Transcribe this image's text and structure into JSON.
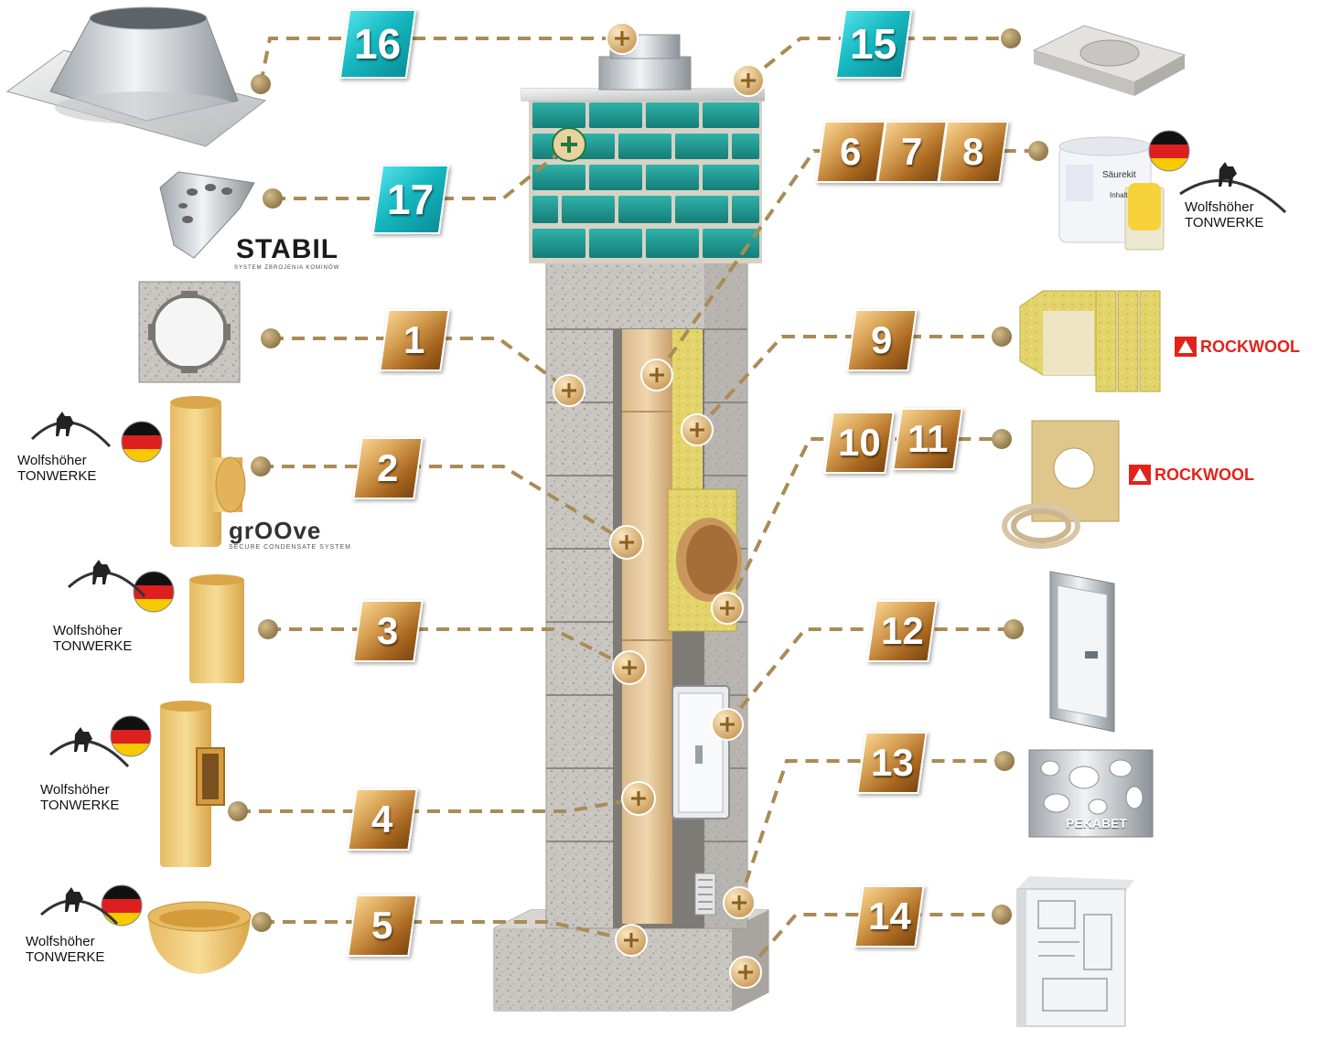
{
  "labels": {
    "n1": "1",
    "n2": "2",
    "n3": "3",
    "n4": "4",
    "n5": "5",
    "n6": "6",
    "n7": "7",
    "n8": "8",
    "n9": "9",
    "n10": "10",
    "n11": "11",
    "n12": "12",
    "n13": "13",
    "n14": "14",
    "n15": "15",
    "n16": "16",
    "n17": "17"
  },
  "brands": {
    "wolf_line1": "Wolfshöher",
    "wolf_line2": "TONWERKE",
    "stabil": "STABIL",
    "stabil_sub": "SYSTEM ZBROJENIA KOMINÓW",
    "groove": "grOOve",
    "groove_sub": "SECURE CONDENSATE SYSTEM",
    "rockwool": "ROCKWOOL",
    "pekabet": "PEKABET",
    "saurekit": "Säurekit",
    "inhalt": "Inhalt"
  },
  "colors": {
    "gold": "#c68a3d",
    "teal": "#16b8c0",
    "leader": "#a98c55",
    "rockwool_red": "#e2231a"
  }
}
